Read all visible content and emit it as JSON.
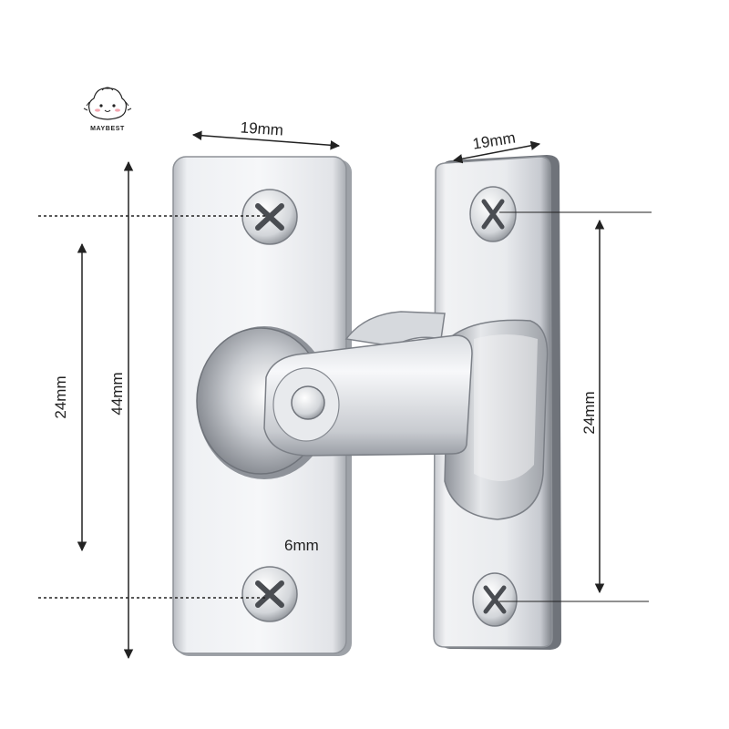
{
  "brand": {
    "name": "MAYBEST",
    "logo_icon": "bun-mascot-icon"
  },
  "product": {
    "subject": "90-degree-flip-latch-icon",
    "engraving": "6mm"
  },
  "dimensions": {
    "left_plate_width": "19mm",
    "right_plate_width": "19mm",
    "left_total_height": "44mm",
    "left_hole_spacing": "24mm",
    "right_hole_spacing": "24mm"
  },
  "colors": {
    "metal_light": "#f4f5f7",
    "metal_mid": "#c9ccd1",
    "metal_dark": "#8a8e95",
    "line": "#222222"
  }
}
